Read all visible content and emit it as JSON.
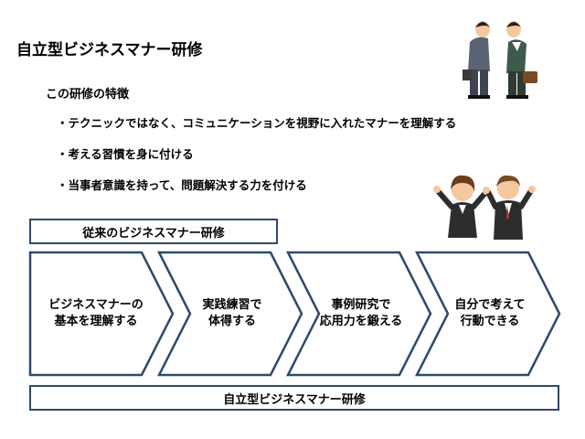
{
  "title": "自立型ビジネスマナー研修",
  "subtitle": "この研修の特徴",
  "features": [
    "・テクニックではなく、コミュニケーションを視野に入れたマナーを理解する",
    "・考える習慣を身に付ける",
    "・当事者意識を持って、問題解決する力を付ける"
  ],
  "conventional_label": "従来のビジネスマナー研修",
  "steps": [
    {
      "line1": "ビジネスマナーの",
      "line2": "基本を理解する"
    },
    {
      "line1": "実践練習で",
      "line2": "体得する"
    },
    {
      "line1": "事例研究で",
      "line2": "応用力を鍛える"
    },
    {
      "line1": "自分で考えて",
      "line2": "行動できる"
    }
  ],
  "self_reliant_label": "自立型ビジネスマナー研修",
  "colors": {
    "border": "#2e4a6b"
  },
  "illustrations": [
    "bowing-businessmen-illustration",
    "cheering-businesspeople-illustration"
  ]
}
